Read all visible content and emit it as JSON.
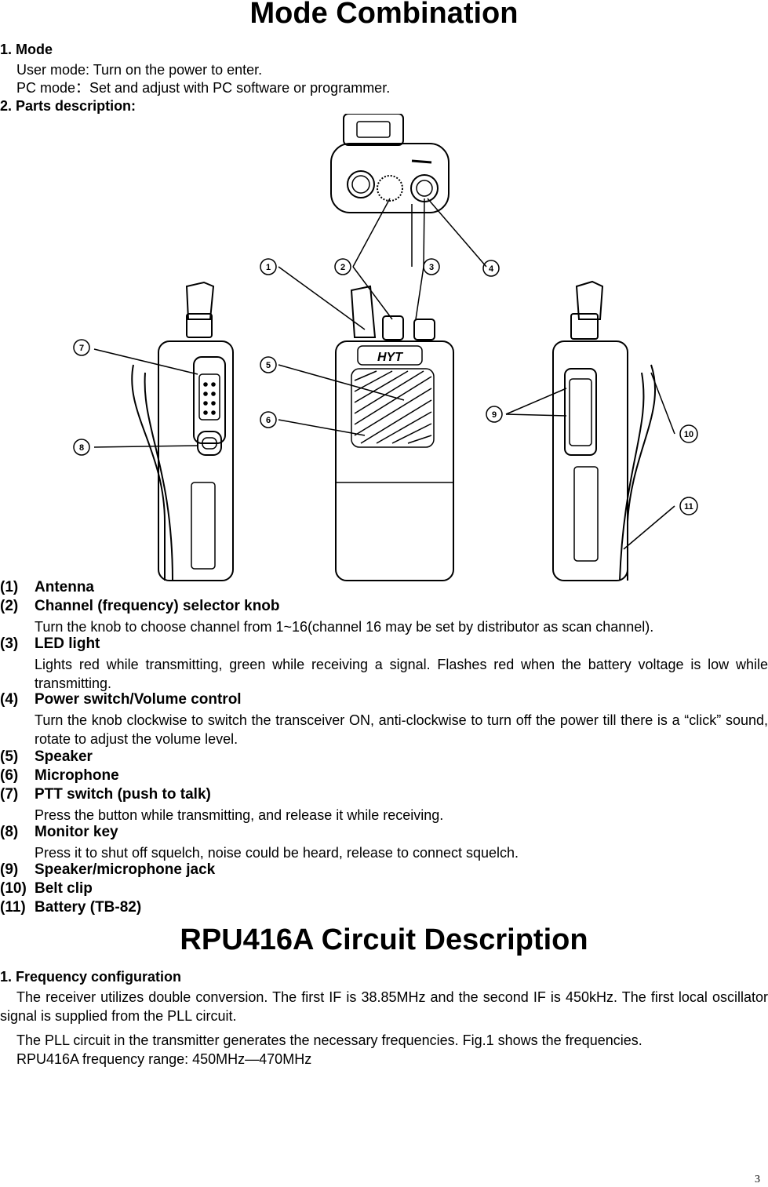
{
  "page_title": "Mode Combination",
  "mode_section": {
    "heading": "1. Mode",
    "lines": [
      "User mode: Turn on the power to enter.",
      "PC mode：Set and adjust with PC software or programmer."
    ]
  },
  "parts_heading": "2. Parts description:",
  "figure": {
    "logo_text": "HYT",
    "callouts": [
      "1",
      "2",
      "3",
      "4",
      "5",
      "6",
      "7",
      "8",
      "9",
      "10",
      "11"
    ]
  },
  "parts": [
    {
      "num": "(1)",
      "label": "Antenna",
      "desc": ""
    },
    {
      "num": "(2)",
      "label": "Channel (frequency) selector knob",
      "desc": "Turn the knob to choose channel from 1~16(channel 16 may be set by distributor as scan channel)."
    },
    {
      "num": "(3)",
      "label": "LED light",
      "desc": "Lights red while transmitting, green while receiving a signal. Flashes red when the battery voltage is low while transmitting."
    },
    {
      "num": "(4)",
      "label": "Power switch/Volume control",
      "desc": "Turn the knob clockwise to switch the transceiver ON, anti-clockwise to turn off the power till there is a “click” sound, rotate to adjust the volume level."
    },
    {
      "num": "(5)",
      "label": "Speaker",
      "desc": ""
    },
    {
      "num": "(6)",
      "label": "Microphone",
      "desc": ""
    },
    {
      "num": "(7)",
      "label": "PTT switch (push to talk)",
      "desc": "Press the button while transmitting, and release it while receiving."
    },
    {
      "num": "(8)",
      "label": "Monitor key",
      "desc": "Press it to shut off squelch, noise could be heard, release to connect squelch."
    },
    {
      "num": "(9)",
      "label": "Speaker/microphone jack",
      "desc": ""
    },
    {
      "num": "(10)",
      "label": "Belt clip",
      "desc": ""
    },
    {
      "num": "(11)",
      "label": "Battery (TB-82)",
      "desc": ""
    }
  ],
  "circuit_title": "RPU416A Circuit Description",
  "freq_section": {
    "heading": "1. Frequency configuration",
    "para1": "The receiver utilizes double conversion. The first IF is 38.85MHz and the second IF is 450kHz. The first local oscillator signal is supplied from the PLL circuit.",
    "para2": "The PLL circuit in the transmitter generates the necessary frequencies. Fig.1 shows the frequencies.",
    "para3": "RPU416A frequency range:  450MHz—470MHz"
  },
  "page_number": "3"
}
